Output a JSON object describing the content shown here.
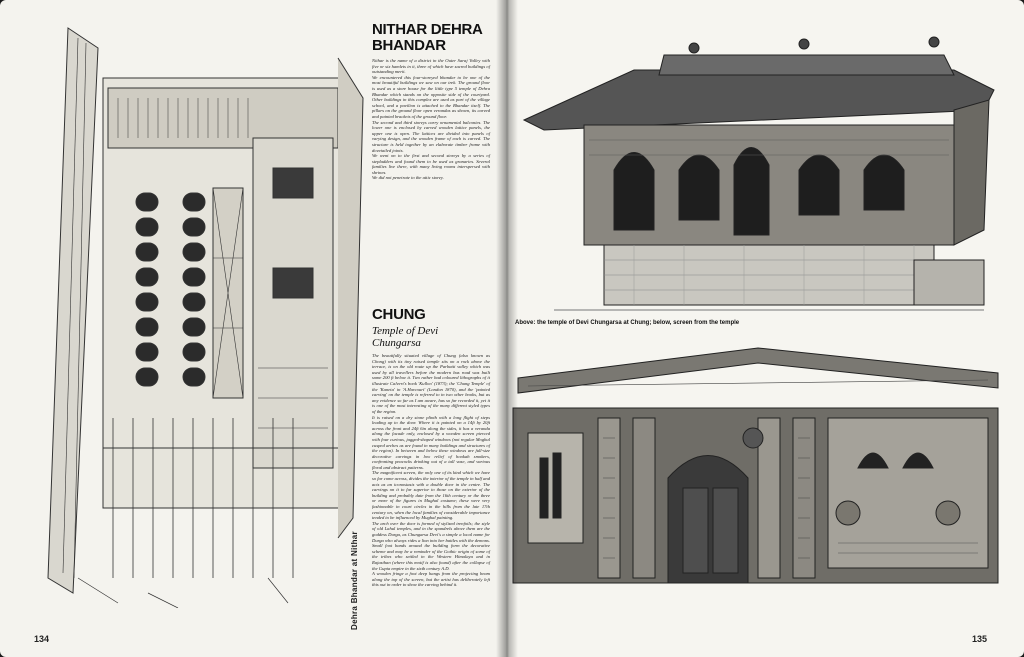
{
  "left_page": {
    "page_number": "134",
    "vertical_caption": "Dehra Bhandar at Nithar",
    "illustration": "drawing-of-dehra-bhandar"
  },
  "text_column": {
    "section1": {
      "heading_line1": "NITHAR DEHRA",
      "heading_line2": "BHANDAR",
      "paragraphs": [
        "Nithar is the name of a district in the Outer Saraj Valley with five or six hamlets in it, three of which have sacred buildings of outstanding merit.",
        "We encountered this four-storeyed bhandar to be one of the most beautiful buildings we saw on our trek. The ground floor is used as a store house for the little type 5 temple of Dehra Bhandar which stands on the opposite side of the courtyard. Other buildings in this complex are used as part of the village school, and a pavilion is attached to the Bhandar itself. The pillars on the ground floor open verandas as shown, its carved and painted brackets of the ground floor.",
        "The second and third storeys carry ornamental balconies. The lower one is enclosed by carved wooden lattice panels, the upper one is open. The lattices are divided into panels of varying design, and the wooden frame of each is carved. The structure is held together by an elaborate timber frame with dovetailed joints.",
        "We went on to the first and second storeys by a series of stepladders and found them to be used as granaries. Several families live there, with many living rooms interspersed with shrines.",
        "We did not penetrate to the attic storey."
      ]
    },
    "section2": {
      "heading": "CHUNG",
      "subheading_line1": "Temple of Devi",
      "subheading_line2": "Chungarsa",
      "paragraphs": [
        "The beautifully situated village of Chung (also known as Chong) with its tiny raised temple sits on a rock above the terrace, is on the old route up the Parbatti valley which was used by all travellers before the modern bus road was built some 200 ft below it. Two rather bad coloured lithographs of it illustrate Calvert's book 'Kulloo' (1873); the 'Chung Temple' of the 'Kaneta' in 'A.Harcourt' (London 1870), and the 'painted carving' on the temple is referred to in two other books, but as any evidence so far as I am aware, has so far recorded it, yet it is one of the most interesting of the many different styled types of the region.",
        "It is raised on a dry stone plinth with a long flight of steps leading up to the door. Where it is painted on a 14ft by 20ft across the front and 24ft 6in along the sides, it has a veranda along the facade only, enclosed by a wooden screen pierced with four curious, jagged-shaped windows (not regular Moghul cusped arches as are found in many buildings and structures of the region). In between and below these windows are full-size decorative carvings in low relief of hookah smokers, confronting peacocks drinking out of a tall vase, and various floral and abstract patterns.",
        "The magnificent screen, the only one of its kind which we have so far come across, divides the interior of the temple in half and acts as an iconostasis with a double door in the centre. The carvings on it to far superior to those on the exterior of the building and probably date from the 16th century or the three or more of the figures in Mughal costume; these were very fashionable in court circles in the hills from the late 17th century on, when the local families of considerable importance tended to be influenced by Mughal painting.",
        "The arch over the door is formed of stylized trenfoils; the style of old Lahul temples, and in the spandrels above them are the goddess Durga, as Chungarsa Devi's a simple a local name for Durga who always rides a lion into her battles with the demons. Small foot bands around the building form the decorative scheme and may be a reminder of the Gothic origin of some of the tribes who settled in the Western Himalaya and in Rajasthan (where this motif is also found) after the collapse of the Gupta empire in the sixth century A.D.",
        "A wooden fringe a foot deep hangs from the projecting beam along the top of the screen, but the artist has deliberately left this out in order to show the carving behind it."
      ]
    }
  },
  "right_page": {
    "page_number": "135",
    "photo_caption": "Above: the temple of Devi Chungarsa at Chung; below, screen from the temple",
    "photo_top": "temple-of-devi-chungarsa-photo",
    "photo_bottom": "carved-screen-photo"
  },
  "colors": {
    "paper": "#f4f3ee",
    "ink": "#222222",
    "dark_surround": "#1a1a1a"
  }
}
